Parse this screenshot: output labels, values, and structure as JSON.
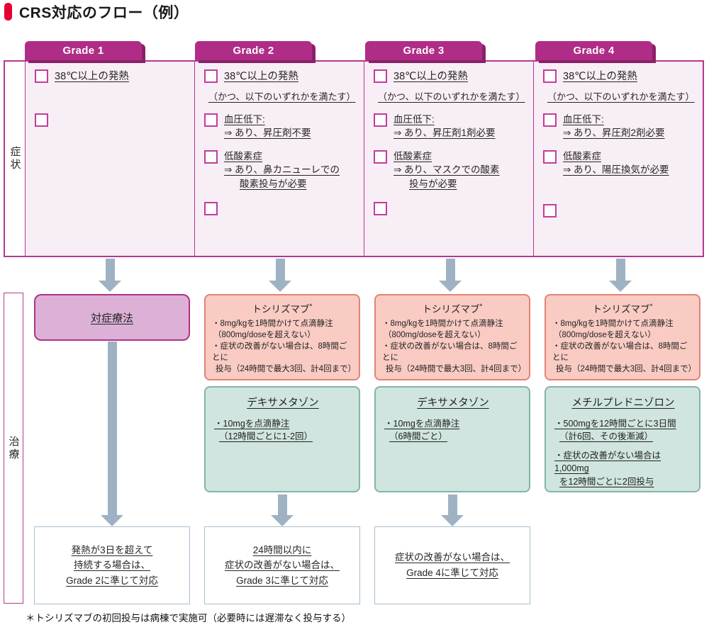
{
  "page": {
    "title": "CRS対応のフロー（例）"
  },
  "row_labels": {
    "symptoms": "症状",
    "treatment": "治療"
  },
  "tocilizumab": {
    "title": "トシリズマブ",
    "asterisk": "*",
    "lines": [
      "・8mg/kgを1時間かけて点滴静注",
      "（800mg/doseを超えない）",
      "・症状の改善がない場合は、8時間ごとに",
      "投与（24時間で最大3回、計4回まで）"
    ]
  },
  "grades": [
    {
      "tab": "Grade 1",
      "symptoms": {
        "fever": "38℃以上の発熱"
      },
      "treatment": {
        "symptomatic": "対症療法"
      },
      "followup": [
        "発熱が3日を超えて",
        "持続する場合は、",
        "Grade 2に準じて対応"
      ]
    },
    {
      "tab": "Grade 2",
      "symptoms": {
        "fever": "38℃以上の発熱",
        "condition": "（かつ、以下のいずれかを満たす）",
        "hypotension_title": "血圧低下:",
        "hypotension_detail": "⇒ あり、昇圧剤不要",
        "hypoxia_title": "低酸素症",
        "hypoxia_detail1": "⇒ あり、鼻カニューレでの",
        "hypoxia_detail2": "酸素投与が必要"
      },
      "steroid": {
        "title": "デキサメタゾン",
        "lines": [
          "・10mgを点滴静注",
          "（12時間ごとに1-2回）"
        ]
      },
      "followup": [
        "24時間以内に",
        "症状の改善がない場合は、",
        "Grade 3に準じて対応"
      ]
    },
    {
      "tab": "Grade 3",
      "symptoms": {
        "fever": "38℃以上の発熱",
        "condition": "（かつ、以下のいずれかを満たす）",
        "hypotension_title": "血圧低下:",
        "hypotension_detail": "⇒ あり、昇圧剤1剤必要",
        "hypoxia_title": "低酸素症",
        "hypoxia_detail1": "⇒ あり、マスクでの酸素",
        "hypoxia_detail2": "投与が必要"
      },
      "steroid": {
        "title": "デキサメタゾン",
        "lines": [
          "・10mgを点滴静注",
          "（6時間ごと）"
        ]
      },
      "followup": [
        "症状の改善がない場合は、",
        "Grade 4に準じて対応"
      ]
    },
    {
      "tab": "Grade 4",
      "symptoms": {
        "fever": "38℃以上の発熱",
        "condition": "（かつ、以下のいずれかを満たす）",
        "hypotension_title": "血圧低下:",
        "hypotension_detail": "⇒ あり、昇圧剤2剤必要",
        "hypoxia_title": "低酸素症",
        "hypoxia_detail1": "⇒ あり、陽圧換気が必要"
      },
      "steroid": {
        "title": "メチルプレドニゾロン",
        "lines": [
          "・500mgを12時間ごとに3日間",
          "（計6回、その後漸減）",
          "・症状の改善がない場合は1,000mg",
          "を12時間ごとに2回投与"
        ]
      }
    }
  ],
  "footnote": "＊トシリズマブの初回投与は病棟で実施可（必要時には遅滞なく投与する）",
  "colors": {
    "accent_magenta": "#b02d87",
    "border_magenta": "#b5388f",
    "title_red": "#e60033",
    "symptom_bg": "#f8eef6",
    "symptomatic_bg": "#ddb1d7",
    "tocilizumab_bg": "#f9cbc3",
    "tocilizumab_border": "#e18378",
    "steroid_bg": "#d0e5df",
    "steroid_border": "#83b5aa",
    "arrow_gray": "#9fb2c4",
    "followup_border": "#aabfd0"
  }
}
